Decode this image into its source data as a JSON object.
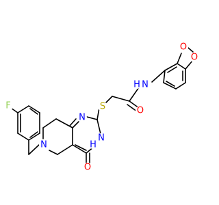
{
  "molecule": {
    "colors": {
      "bond": "#000000",
      "carbon": "#000000",
      "nitrogen": "#0000ff",
      "oxygen": "#ff0000",
      "sulfur": "#b8a800",
      "fluorine": "#90d050",
      "background": "#ffffff"
    },
    "labels": {
      "o_bd_top": "O",
      "o_bd_right": "O",
      "n_amide": "N",
      "h_amide": "H",
      "o_carbonyl": "O",
      "s_thio": "S",
      "n_pyr_top": "N",
      "n_pyr_bottom": "N",
      "h_pyr": "H",
      "o_keto": "O",
      "n_piperidine": "N",
      "f_phenyl": "F"
    }
  }
}
